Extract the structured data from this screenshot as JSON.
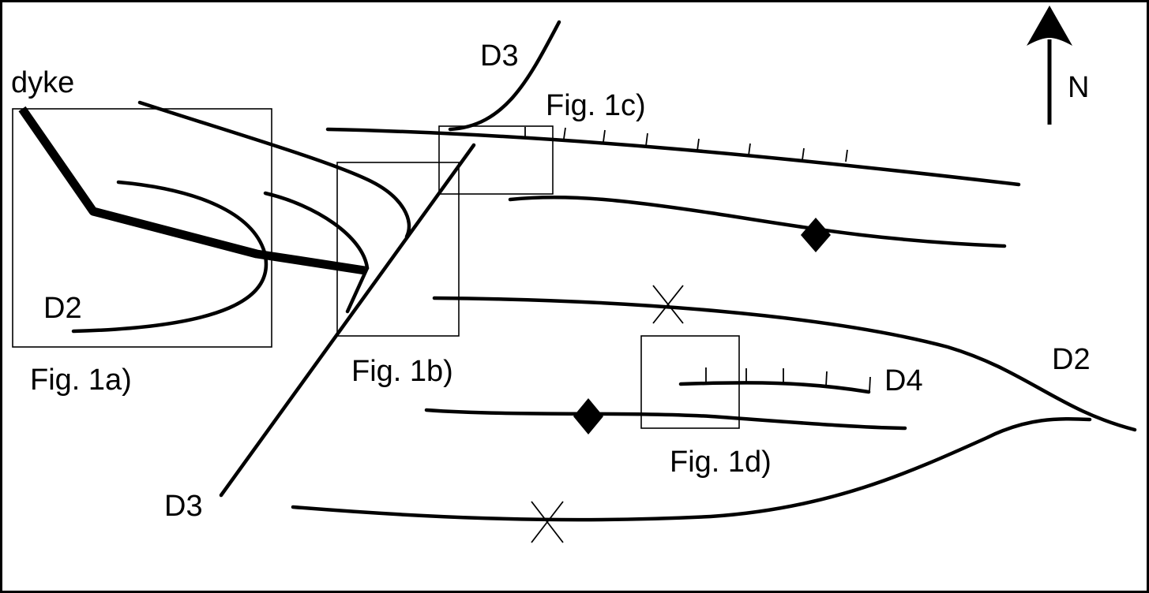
{
  "diagram": {
    "title": "Structural sketch map with deformation phases",
    "labels": {
      "dyke": "dyke",
      "d2_left": "D2",
      "d2_right": "D2",
      "d3_top": "D3",
      "d3_bottom": "D3",
      "d4": "D4",
      "north": "N"
    },
    "figure_boxes": [
      {
        "id": "fig-1a",
        "label": "Fig. 1a)"
      },
      {
        "id": "fig-1b",
        "label": "Fig. 1b)"
      },
      {
        "id": "fig-1c",
        "label": "Fig. 1c)"
      },
      {
        "id": "fig-1d",
        "label": "Fig. 1d)"
      }
    ],
    "symbols": {
      "antiform": "diamond-icon",
      "synform": "cross-icon",
      "north_arrow": "north-arrow-icon"
    },
    "colors": {
      "ink": "#000000",
      "background": "#ffffff"
    }
  }
}
